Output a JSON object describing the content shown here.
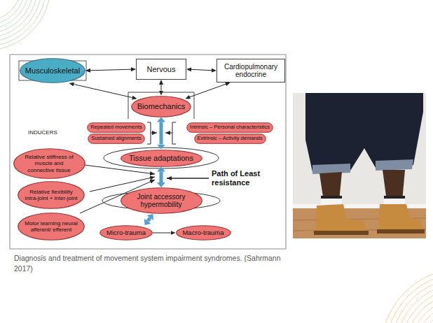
{
  "diagram": {
    "caption": "Diagnosis and treatment of movement system impairment syndromes. (Sahrmann 2017)",
    "nodes": [
      {
        "text": [
          "Musculoskeletal"
        ]
      },
      {
        "text": [
          "Nervous"
        ]
      },
      {
        "text": [
          "Cardiopulmonary endocrine"
        ]
      },
      {
        "text": [
          "Biomechanics"
        ]
      },
      {
        "text": [
          "Repeated movements"
        ]
      },
      {
        "text": [
          "Sustained alignments"
        ]
      },
      {
        "text": [
          "Intrinsic – Personal characteristics"
        ]
      },
      {
        "text": [
          "Extrinsic – Activity demands"
        ]
      },
      {
        "text": [
          "Tissue adaptations"
        ]
      },
      {
        "text": [
          "Relative stiffness of muscle and connective tissue"
        ]
      },
      {
        "text": [
          "Relative flexibility intra-joint + inter-joint"
        ]
      },
      {
        "text": [
          "Joint accessory hypermobility"
        ]
      },
      {
        "text": [
          "Motor learning neural afferent/ efferent"
        ]
      },
      {
        "text": [
          "Micro-trauma"
        ]
      },
      {
        "text": [
          "Macro-trauma"
        ]
      }
    ],
    "edges": [
      {
        "from": 0,
        "to": 1,
        "arrow": "both"
      },
      {
        "from": 1,
        "to": 2,
        "arrow": "both"
      },
      {
        "from": 0,
        "to": 3,
        "arrow": "both"
      },
      {
        "from": 1,
        "to": 3,
        "arrow": "both"
      },
      {
        "from": 2,
        "to": 3,
        "arrow": "both"
      },
      {
        "from": 3,
        "to": 8,
        "arrow": "both"
      },
      {
        "from": 8,
        "to": 11,
        "arrow": "both"
      },
      {
        "from": 11,
        "to": 13,
        "arrow": "both"
      },
      {
        "from": 13,
        "to": 14,
        "arrow": "to"
      }
    ],
    "labels": [
      "INDUCERS",
      "Path of Least resistance"
    ]
  }
}
